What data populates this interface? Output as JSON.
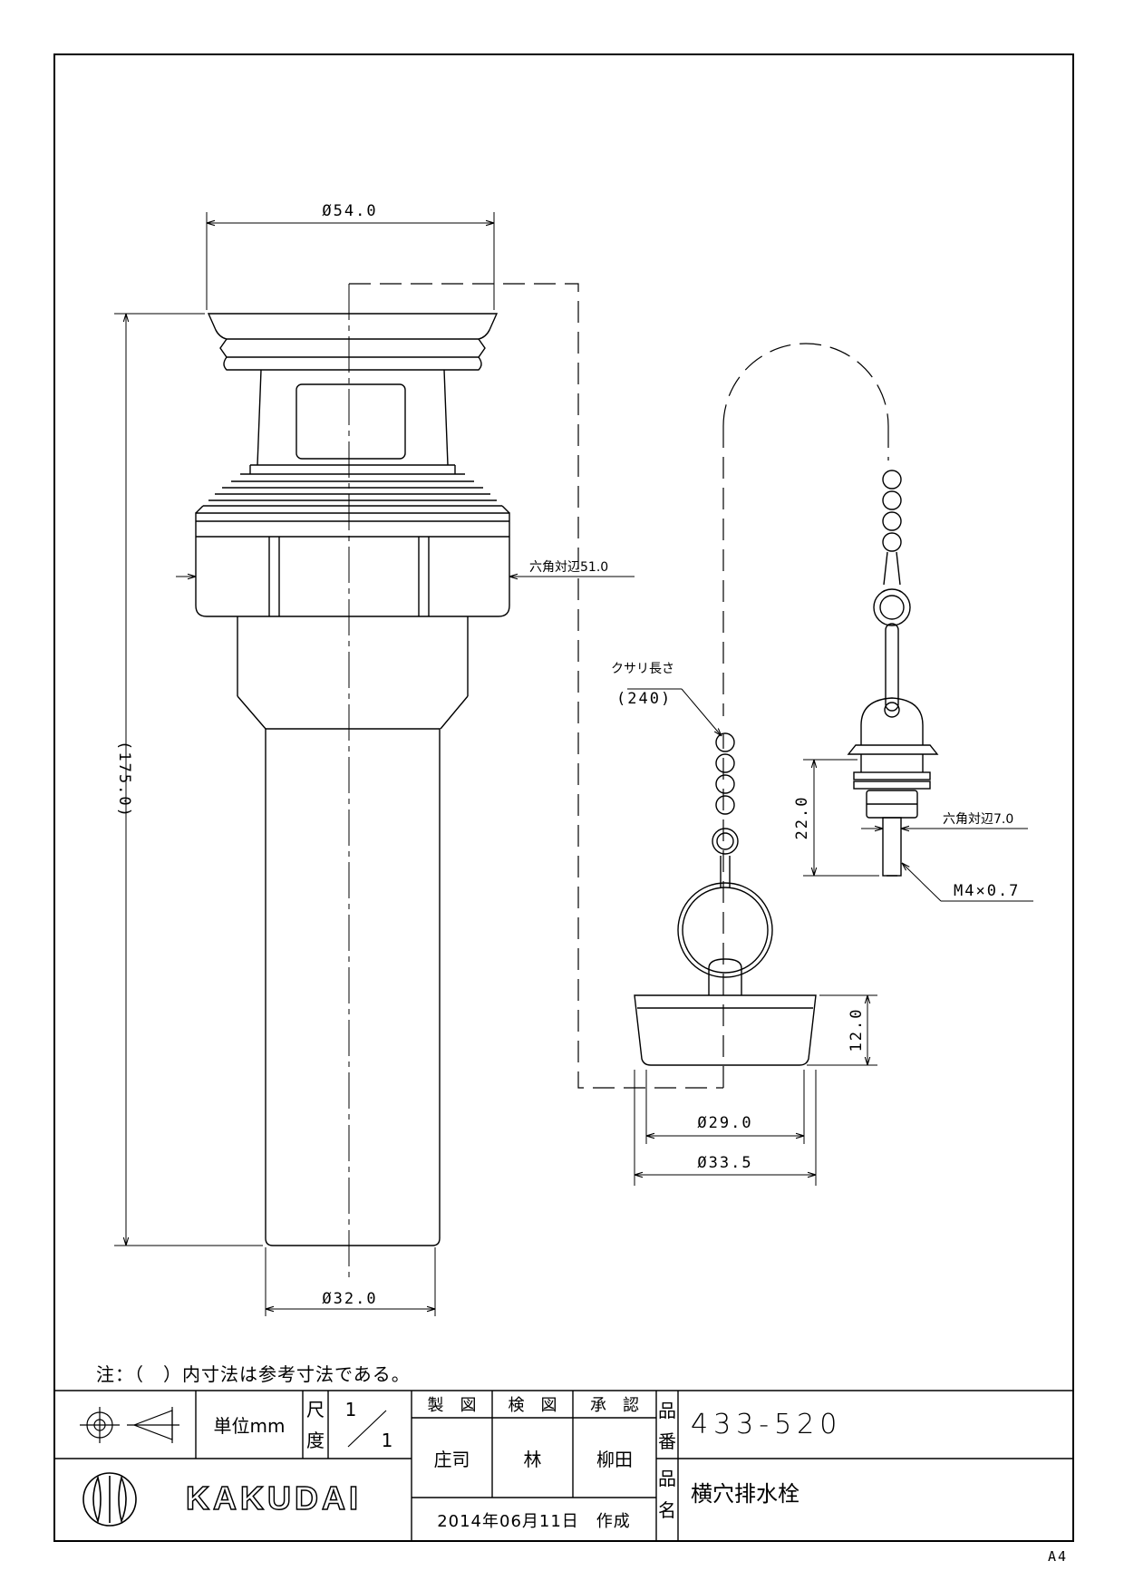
{
  "drawing": {
    "dims": {
      "top_dia": "Ø54.0",
      "height": "(175.0)",
      "hex_main": "六角対辺51.0",
      "bottom_dia": "Ø32.0",
      "chain_label": "クサリ長さ",
      "chain_length": "(240)",
      "stopper_height": "12.0",
      "stopper_inner_dia": "Ø29.0",
      "stopper_outer_dia": "Ø33.5",
      "hook_height": "22.0",
      "hex_small": "六角対辺7.0",
      "thread": "M4×0.7"
    }
  },
  "note": "注：（　）内寸法は参考寸法である。",
  "title_block": {
    "unit_label": "単位mm",
    "scale_label_1": "尺",
    "scale_label_2": "度",
    "scale_num": "1",
    "scale_den": "1",
    "col_made": "製　図",
    "col_checked": "検　図",
    "col_approved": "承　認",
    "name_made": "庄司",
    "name_checked": "林",
    "name_approved": "柳田",
    "part_no_label_1": "品",
    "part_no_label_2": "番",
    "part_no": "433-520",
    "part_name_label_1": "品",
    "part_name_label_2": "名",
    "part_name": "横穴排水栓",
    "date": "2014年06月11日　作成",
    "brand": "KAKUDAI"
  },
  "sheet_size": "A4"
}
